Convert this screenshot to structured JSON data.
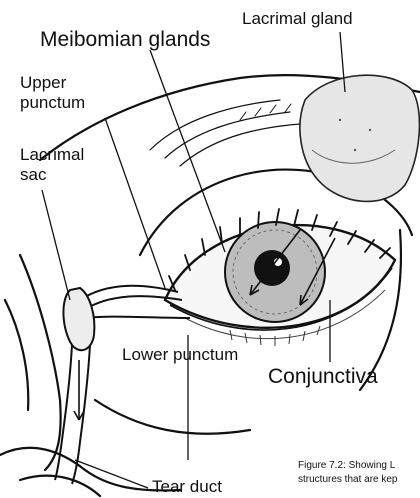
{
  "diagram": {
    "labels": {
      "meibomian_glands": "Meibomian glands",
      "lacrimal_gland": "Lacrimal gland",
      "upper_punctum_line1": "Upper",
      "upper_punctum_line2": "punctum",
      "lacrimal_sac_line1": "Lacrimal",
      "lacrimal_sac_line2": "sac",
      "lower_punctum": "Lower punctum",
      "conjunctiva": "Conjunctiva",
      "tear_duct": "Tear duct"
    },
    "caption": {
      "line1": "Figure 7.2: Showing L",
      "line2": "structures that are kep"
    }
  }
}
